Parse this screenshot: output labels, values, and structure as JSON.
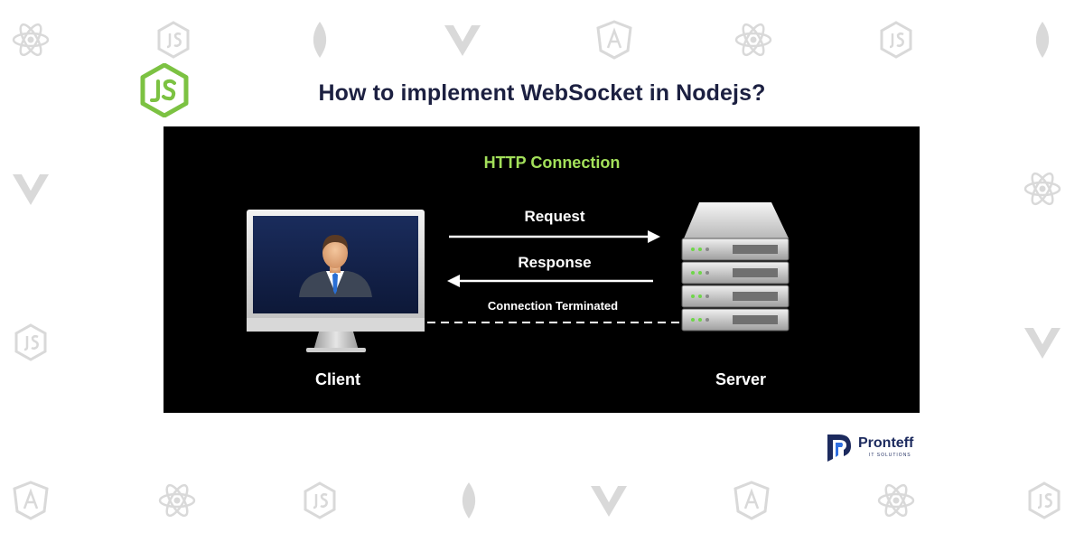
{
  "header": {
    "title": "How to implement WebSocket in Nodejs?",
    "logo_icon": "nodejs-logo"
  },
  "diagram": {
    "title": "HTTP Connection",
    "title_color": "#a3e05a",
    "background": "#000000",
    "nodes": {
      "client": {
        "label": "Client",
        "icon": "monitor-user-icon"
      },
      "server": {
        "label": "Server",
        "icon": "server-rack-icon"
      }
    },
    "arrows": {
      "request": {
        "label": "Request",
        "direction": "client-to-server",
        "style": "solid"
      },
      "response": {
        "label": "Response",
        "direction": "server-to-client",
        "style": "solid"
      },
      "terminated": {
        "label": "Connection Terminated",
        "style": "dashed"
      }
    }
  },
  "brand": {
    "name": "Pronteff",
    "tagline": "IT SOLUTIONS",
    "color": "#1c2a5e"
  },
  "background_pattern": {
    "icons": [
      "react-icon",
      "js-icon",
      "node-leaf-icon",
      "vue-icon",
      "angular-icon"
    ],
    "color": "#d9d9d9"
  }
}
